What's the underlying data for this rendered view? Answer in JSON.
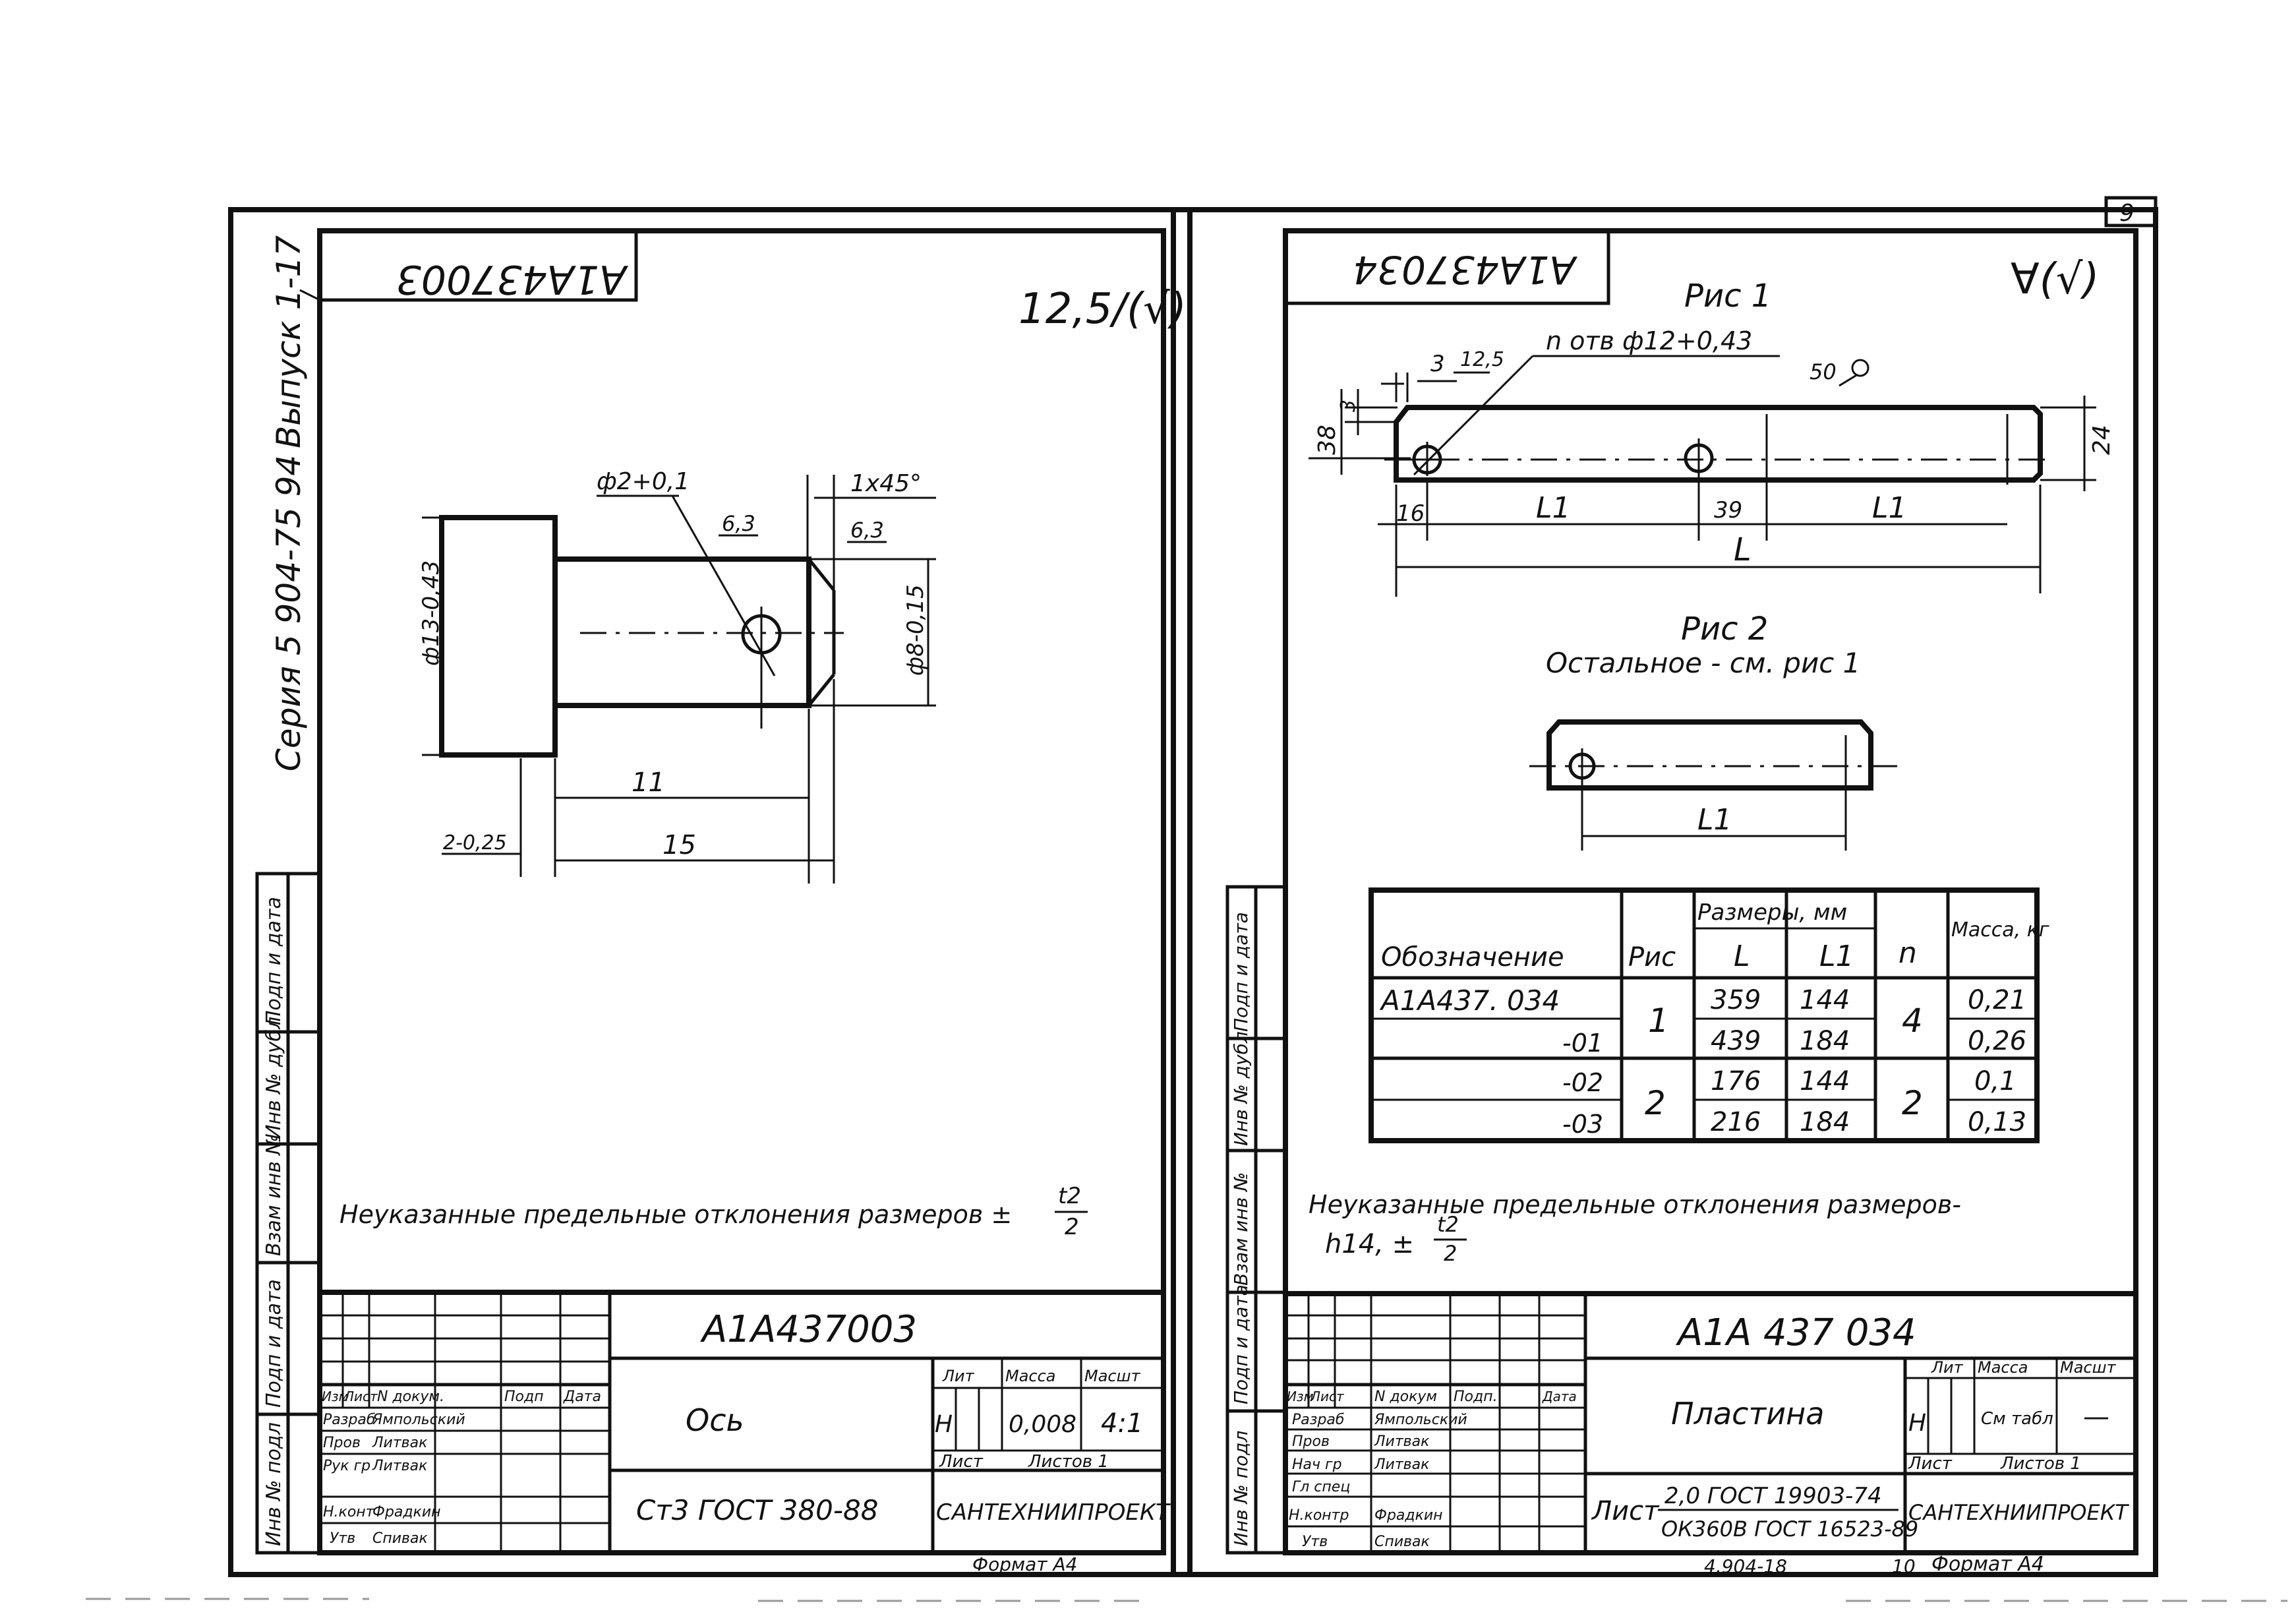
{
  "sheet_number": "9",
  "side_stamp": {
    "series": "Серия 5 904-75 94",
    "issue": "Выпуск 1-17",
    "margin_cells": [
      "Подп и дата",
      "Инв № дубл",
      "Взам инв №",
      "Подп и дата",
      "Инв № подл"
    ]
  },
  "left": {
    "mirrored_code": "А1А437003",
    "roughness_symbol": "12,5/(√)",
    "dims": {
      "hole": "ф2+0,1",
      "chamfer": "1х45°",
      "rough_a": "6,3",
      "rough_b": "6,3",
      "dia_big": "ф13-0,43",
      "dia_small": "ф8-0,15",
      "len_11": "11",
      "len_15": "15",
      "len_2": "2-0,25"
    },
    "note": "Неуказанные предельные отклонения размеров ±",
    "note_frac_num": "t2",
    "note_frac_den": "2",
    "title_block": {
      "designation": "А1А437003",
      "name": "Ось",
      "material": "Ст3 ГОСТ 380-88",
      "org": "САНТЕХНИИПРОЕКТ",
      "col_headers": [
        "Изм",
        "Лист",
        "N докум.",
        "Подп",
        "Дата"
      ],
      "roles": [
        {
          "role": "Разраб",
          "person": "Ямпольский"
        },
        {
          "role": "Пров",
          "person": "Литвак"
        },
        {
          "role": "Рук гр",
          "person": "Литвак"
        },
        {
          "role": "Н.конт",
          "person": "Фрадкин"
        },
        {
          "role": "Утв",
          "person": "Спивак"
        }
      ],
      "lit_label": "Лит",
      "mass_label": "Масса",
      "scale_label": "Масшт",
      "lit": "Н",
      "mass": "0,008",
      "scale": "4:1",
      "sheet_label": "Лист",
      "sheets_label": "Листов 1"
    },
    "format": "Формат А4"
  },
  "right": {
    "mirrored_code": "А1А437034",
    "roughness_symbol": "∀(√)",
    "fig1_title": "Рис 1",
    "fig2_title": "Рис 2",
    "fig2_sub": "Остальное - см. рис 1",
    "dims": {
      "holes": "n отв ф12+0,43",
      "r125": "12,5",
      "d3": "3",
      "d3v": "3",
      "d38": "38",
      "d24": "24",
      "d16": "16",
      "d39": "39",
      "L1a": "L1",
      "L1b": "L1",
      "L": "L",
      "r50": "50",
      "fig2_L1": "L1"
    },
    "table": {
      "h_desig": "Обозначение",
      "h_fig": "Рис",
      "h_sizes": "Размеры, мм",
      "h_L": "L",
      "h_L1": "L1",
      "h_n": "n",
      "h_mass": "Масса, кг",
      "rows": [
        {
          "desig": "А1А437. 034",
          "L": "359",
          "L1": "144",
          "mass": "0,21"
        },
        {
          "desig": "-01",
          "L": "439",
          "L1": "184",
          "mass": "0,26"
        },
        {
          "desig": "-02",
          "L": "176",
          "L1": "144",
          "mass": "0,1"
        },
        {
          "desig": "-03",
          "L": "216",
          "L1": "184",
          "mass": "0,13"
        }
      ],
      "fig_groups": [
        "1",
        "2"
      ],
      "n_groups": [
        "4",
        "2"
      ]
    },
    "note_line1": "Неуказанные предельные отклонения размеров-",
    "note_line2": "h14, ±",
    "note_frac_num": "t2",
    "note_frac_den": "2",
    "title_block": {
      "designation": "А1А 437 034",
      "name": "Пластина",
      "material_prefix": "Лист",
      "material_num": "2,0 ГОСТ 19903-74",
      "material_den": "ОК360В ГОСТ 16523-89",
      "org": "САНТЕХНИИПРОЕКТ",
      "col_headers": [
        "Изм",
        "Лист",
        "N докум",
        "Подп.",
        "Дата"
      ],
      "roles": [
        {
          "role": "Разраб",
          "person": "Ямпольский"
        },
        {
          "role": "Пров",
          "person": "Литвак"
        },
        {
          "role": "Нач гр",
          "person": "Литвак"
        },
        {
          "role": "Гл спец",
          "person": ""
        },
        {
          "role": "Н.контр",
          "person": "Фрадкин"
        },
        {
          "role": "Утв",
          "person": "Спивак"
        }
      ],
      "lit_label": "Лит",
      "mass_label": "Масса",
      "scale_label": "Масшт",
      "lit": "Н",
      "mass": "См табл",
      "scale": "—",
      "sheet_label": "Лист",
      "sheets_label": "Листов 1"
    },
    "bottom_code": "4.904-18",
    "bottom_num": "10",
    "format": "Формат А4"
  }
}
